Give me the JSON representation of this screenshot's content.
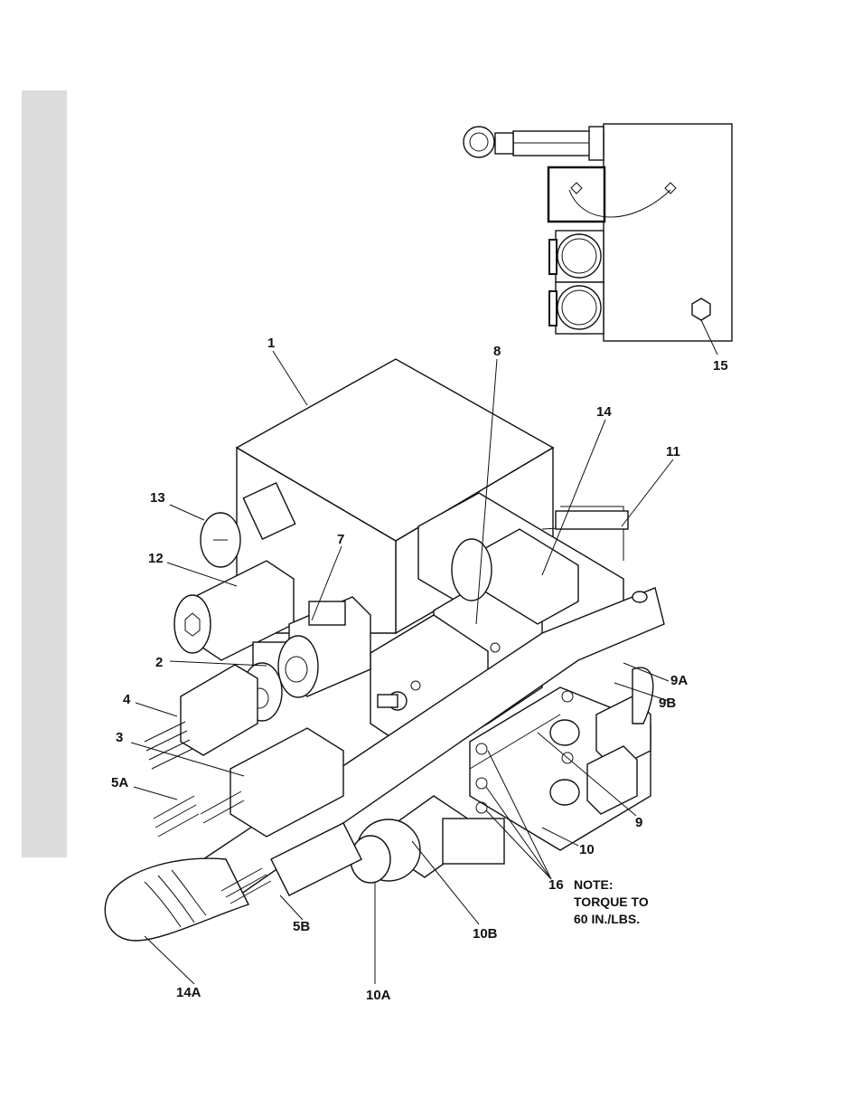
{
  "callouts": {
    "c1": "1",
    "c2": "2",
    "c3": "3",
    "c4": "4",
    "c5a": "5A",
    "c5b": "5B",
    "c7": "7",
    "c8": "8",
    "c9": "9",
    "c9a": "9A",
    "c9b": "9B",
    "c10": "10",
    "c10a": "10A",
    "c10b": "10B",
    "c11": "11",
    "c12": "12",
    "c13": "13",
    "c14": "14",
    "c14a": "14A",
    "c15": "15",
    "c16": "16"
  },
  "note": {
    "line1": "NOTE:",
    "line2": "TORQUE TO",
    "line3": "60 IN./LBS."
  },
  "colors": {
    "line": "#111111",
    "side_band": "#dcdcdc",
    "background": "#ffffff"
  }
}
